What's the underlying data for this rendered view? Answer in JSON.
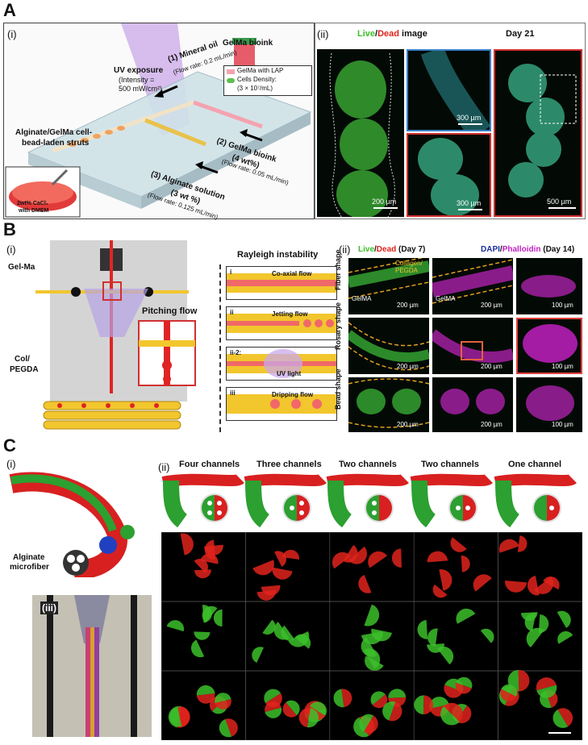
{
  "panelA": {
    "letter": "A",
    "sub_i": "(i)",
    "sub_ii": "(ii)",
    "uv_title": "UV exposure",
    "uv_detail": "(Intensity =",
    "uv_detail2": "500 mW/cm²)",
    "oil": "(1) Mineral oil",
    "oil_rate": "(Flow rate: 0.2 mL/min)",
    "bioink_box_title": "GelMa bioink",
    "bioink_legend1": "GelMa with LAP",
    "bioink_legend2": "Cells Density:",
    "bioink_legend3": "(3 × 10⁷/mL)",
    "gelma_label": "(2) GelMa bioink",
    "gelma_conc": "(4 wt%)",
    "gelma_rate": "(Flow rate: 0.05 mL/min)",
    "alg_label": "(3) Alginate solution",
    "alg_conc": "(3 wt %)",
    "alg_rate": "(Flow rate: 0.125 mL/min)",
    "struts1": "Alginate/GelMa cell-",
    "struts2": "bead-laden struts",
    "dish1": "2wt% CaCl₂",
    "dish2": "with DMEM",
    "live": "Live",
    "slash": "/",
    "dead": "Dead",
    "image_word": " image",
    "day": "Day 21",
    "scale1": "200 µm",
    "scale2": "300 µm",
    "scale3": "300 µm",
    "scale4": "500 µm"
  },
  "panelB": {
    "letter": "B",
    "sub_i": "(i)",
    "sub_ii": "(ii)",
    "gelma": "Gel-Ma",
    "col1": "Col/",
    "col2": "PEGDA",
    "pitching": "Pitching flow",
    "rayleigh": "Rayleigh instability",
    "rows": [
      {
        "num": "i",
        "text": "Co-axial flow"
      },
      {
        "num": "ii",
        "text": "Jetting flow"
      },
      {
        "num": "ii-2:",
        "text": "UV light"
      },
      {
        "num": "iii",
        "text": "Dripping flow"
      }
    ],
    "live": "Live",
    "slash": "/",
    "dead": "Dead",
    "day7": " (Day 7)",
    "dapi": "DAPI",
    "phall": "Phalloidin",
    "day14": " (Day 14)",
    "shapes": [
      "Fiber shape",
      "Rosary shape",
      "Bead shape"
    ],
    "collagen1": "Collagen/",
    "collagen2": "PEGDA",
    "gelma_tag": "GelMA",
    "scales": [
      "200 µm",
      "200 µm",
      "100 µm"
    ]
  },
  "panelC": {
    "letter": "C",
    "sub_i": "(i)",
    "sub_ii": "(ii)",
    "sub_iii": "(iii)",
    "alginate1": "Alginate",
    "alginate2": "microfiber",
    "channels": [
      "Four channels",
      "Three channels",
      "Two channels",
      "Two channels",
      "One channel"
    ]
  },
  "colors": {
    "live": "#3cbf2a",
    "dead": "#e0231c",
    "dapi": "#1c2ea0",
    "phall": "#c020c0",
    "yellow": "#f2c62d",
    "uv": "#b48ad8"
  }
}
